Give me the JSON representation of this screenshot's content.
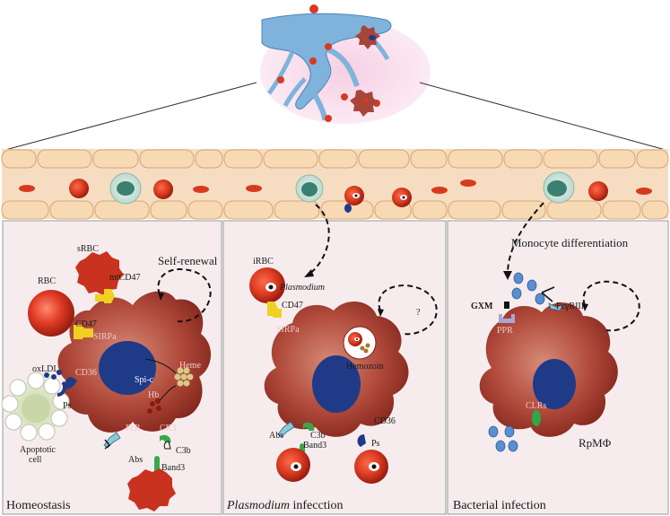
{
  "panels": {
    "left": {
      "caption": "Homeostasis",
      "labels": {
        "srbc": "sRBC",
        "cd47_top": "mtCD47",
        "self_renewal": "Self-renewal",
        "rbc": "RBC",
        "cd47": "CD47",
        "sirpa": "SIRPa",
        "oxldl": "oxLDL",
        "cd36": "CD36",
        "spic": "Spi-c",
        "heme": "Heme",
        "hb": "Hb",
        "ps": "Ps",
        "fcr": "FcR",
        "cr3": "CR3",
        "c3b": "C3b",
        "abs": "Abs",
        "band3": "Band3",
        "apoptotic": "Apoptotic",
        "cell": "cell"
      }
    },
    "middle": {
      "caption_italic": "Plasmodium",
      "caption_rest": " infecction",
      "labels": {
        "irbc": "iRBC",
        "plasmodium": "Plasmodium",
        "cd47": "CD47",
        "question": "?",
        "sirpa": "SIRPa",
        "hemozoin": "Hemozoin",
        "cd36": "CD36",
        "abs": "Abs",
        "c3b": "C3b",
        "band3": "Band3",
        "ps": "Ps"
      }
    },
    "right": {
      "caption": "Bacterial infection",
      "labels": {
        "monocyte": "Monocyte differentiation",
        "gxm": "GXM",
        "fcgr": "FcγRIII",
        "ppr": "PPR",
        "clrs": "CLRs",
        "rpm": "RpMΦ"
      }
    }
  },
  "colors": {
    "vessel_fill": "#f6ddc1",
    "vessel_stroke": "#d8a574",
    "panel_bg": "#f6ecee",
    "macrophage": "#a8453a",
    "nucleus": "#1f3b87",
    "rbc": "#c8321f",
    "spleen_blue": "#6ea7d4",
    "spleen_pink": "#f2c8de"
  }
}
